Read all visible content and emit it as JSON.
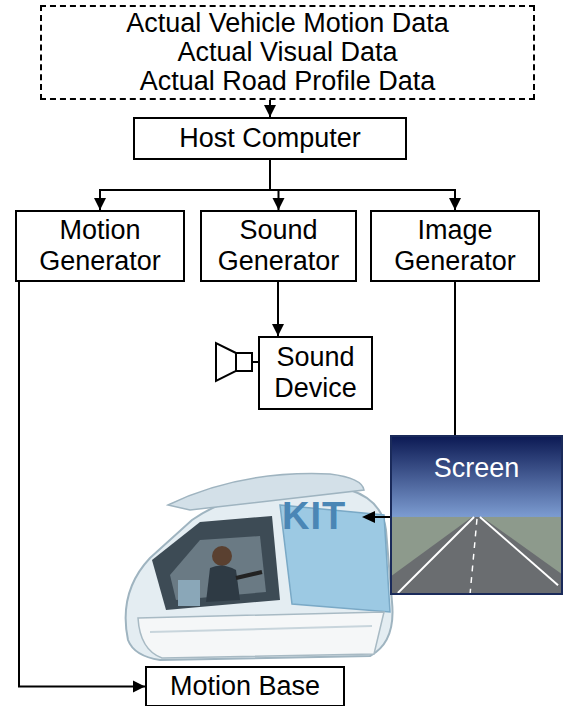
{
  "diagram": {
    "nodes": [
      {
        "text": [
          "Actual Vehicle Motion Data",
          "Actual Visual Data",
          "Actual Road Profile Data"
        ]
      },
      {
        "text": [
          "Host Computer"
        ]
      },
      {
        "text": [
          "Motion Generator"
        ]
      },
      {
        "text": [
          "Sound Generator"
        ]
      },
      {
        "text": [
          "Image Generator"
        ]
      },
      {
        "text": [
          "Sound Device"
        ]
      },
      {
        "text": [
          "Screen"
        ]
      },
      {
        "text": [
          "Motion Base"
        ]
      }
    ],
    "edges": [
      {
        "from": 0,
        "to": 1,
        "arrow": "to"
      },
      {
        "from": 1,
        "to": 2,
        "arrow": "to"
      },
      {
        "from": 1,
        "to": 3,
        "arrow": "to"
      },
      {
        "from": 1,
        "to": 4,
        "arrow": "to"
      },
      {
        "from": 3,
        "to": 5,
        "arrow": "to"
      },
      {
        "from": 4,
        "to": 6,
        "arrow": "none"
      },
      {
        "from": 2,
        "to": 7,
        "arrow": "to"
      }
    ],
    "labels": [
      "KIT"
    ]
  }
}
